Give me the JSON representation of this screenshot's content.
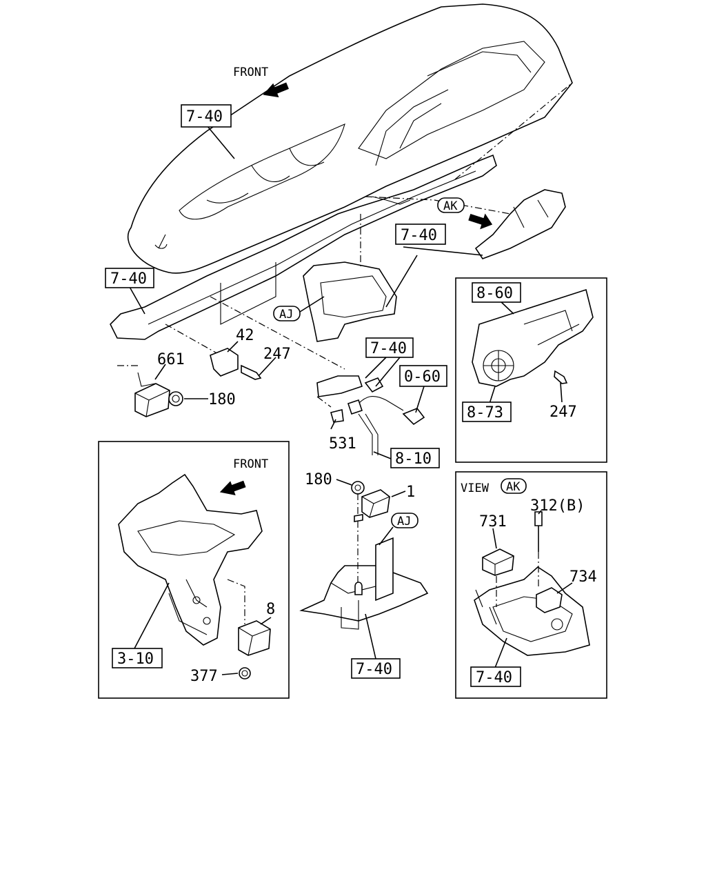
{
  "front_label_main": "FRONT",
  "front_label_inset": "FRONT",
  "view_label": "VIEW",
  "view_ref": "AK",
  "ref_bubbles": [
    "AK",
    "AJ",
    "AJ"
  ],
  "ref_boxes": [
    "7-40",
    "7-40",
    "7-40",
    "7-40",
    "0-60",
    "8-10",
    "8-60",
    "8-73",
    "3-10",
    "7-40",
    "7-40"
  ],
  "callouts": [
    "42",
    "661",
    "247",
    "180",
    "531",
    "247",
    "180",
    "1",
    "8",
    "377",
    "731",
    "312(B)",
    "734"
  ]
}
